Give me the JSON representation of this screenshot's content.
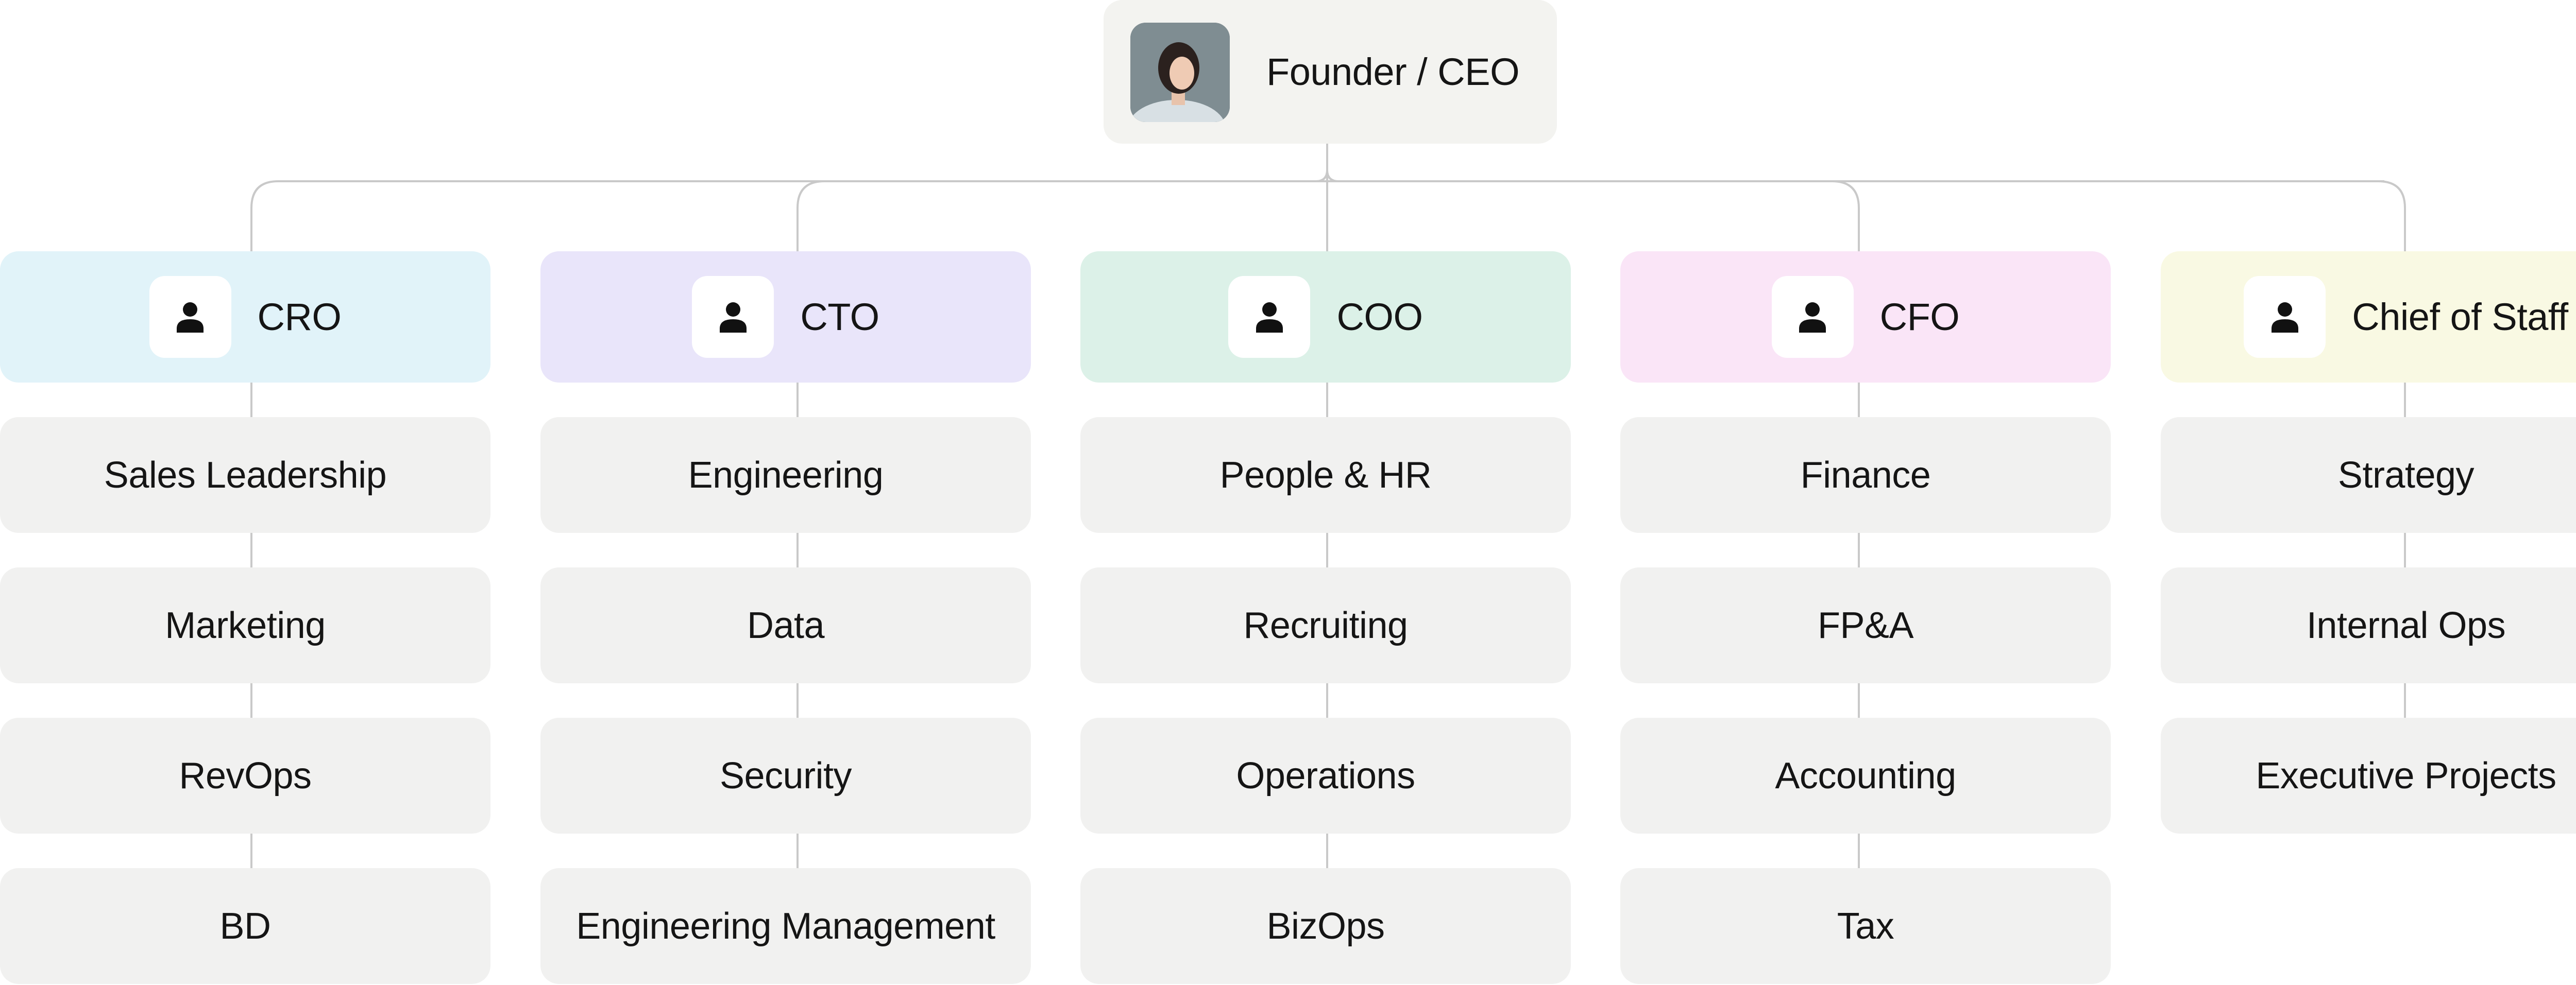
{
  "root": {
    "title": "Founder / CEO",
    "photo_icon": "portrait-photo"
  },
  "columns": [
    {
      "id": "cro",
      "title": "CRO",
      "color": "#e1f3f9",
      "icon": "person-icon",
      "items": [
        "Sales Leadership",
        "Marketing",
        "RevOps",
        "BD"
      ]
    },
    {
      "id": "cto",
      "title": "CTO",
      "color": "#e9e5fa",
      "icon": "person-icon",
      "items": [
        "Engineering",
        "Data",
        "Security",
        "Engineering Management"
      ]
    },
    {
      "id": "coo",
      "title": "COO",
      "color": "#dcf1e8",
      "icon": "person-icon",
      "items": [
        "People & HR",
        "Recruiting",
        "Operations",
        "BizOps"
      ]
    },
    {
      "id": "cfo",
      "title": "CFO",
      "color": "#fae5f7",
      "icon": "person-icon",
      "items": [
        "Finance",
        "FP&A",
        "Accounting",
        "Tax"
      ]
    },
    {
      "id": "chief-of-staff",
      "title": "Chief of Staff",
      "color": "#f9f9e3",
      "icon": "person-icon",
      "items": [
        "Strategy",
        "Internal Ops",
        "Executive Projects"
      ]
    }
  ],
  "colors": {
    "connector": "#c9c9c9",
    "department_fill": "#f1f1f0",
    "root_fill": "#f3f3f0"
  }
}
